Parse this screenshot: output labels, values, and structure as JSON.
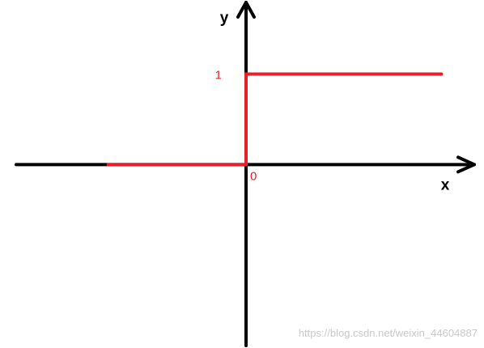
{
  "chart_data": {
    "type": "line",
    "title": "",
    "xlabel": "x",
    "ylabel": "y",
    "xlim": [
      -1,
      1
    ],
    "ylim": [
      -2,
      1.8
    ],
    "origin_label": "0",
    "y_tick_label": "1",
    "grid": false,
    "series": [
      {
        "x": [
          -0.6,
          0,
          0,
          0.85
        ],
        "y": [
          0,
          0,
          1,
          1
        ]
      }
    ]
  },
  "watermark": "https://blog.csdn.net/weixin_44604887",
  "colors": {
    "axis": "#000000",
    "series": "#e8202a",
    "label": "#e8202a",
    "watermark": "#c8c8c8"
  }
}
